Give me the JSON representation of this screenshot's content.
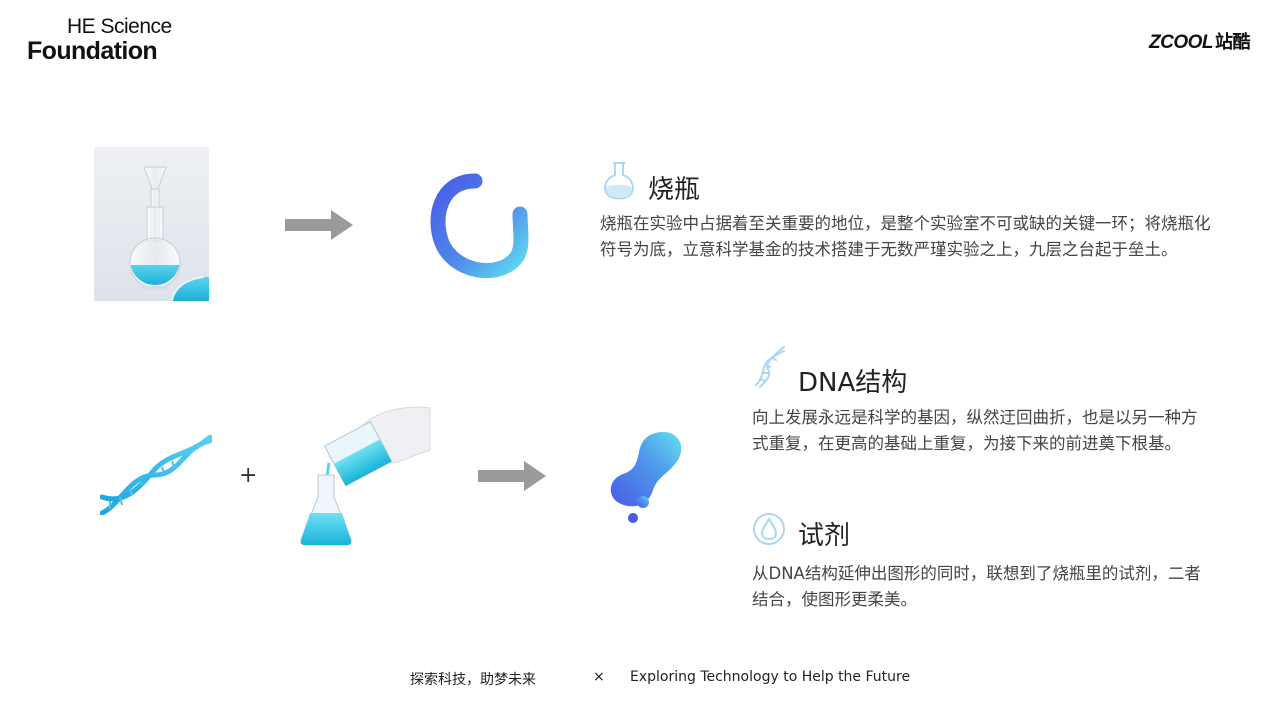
{
  "brand": {
    "left_line1": "HE Science",
    "left_line2": "Foundation",
    "right_latin": "ZCOOL",
    "right_cn": "站酷"
  },
  "icons": {
    "flask_section": "flask-icon",
    "dna_section": "dna-helix-icon",
    "reagent_section": "droplet-icon",
    "arrow": "right-arrow-icon",
    "ring": "ring-symbol-icon",
    "blob": "fluid-blob-symbol-icon"
  },
  "sections": {
    "flask": {
      "title": "烧瓶",
      "body": "烧瓶在实验中占据着至关重要的地位，是整个实验室不可或缺的关键一环；将烧瓶化符号为底，立意科学基金的技术搭建于无数严瑾实验之上，九层之台起于垒土。"
    },
    "dna": {
      "title": "DNA结构",
      "body": "向上发展永远是科学的基因，纵然迂回曲折，也是以另一种方式重复，在更高的基础上重复，为接下来的前进奠下根基。"
    },
    "reagent": {
      "title": "试剂",
      "body": "从DNA结构延伸出图形的同时，联想到了烧瓶里的试剂，二者结合，使图形更柔美。"
    }
  },
  "plus_sign": "+",
  "footer": {
    "cn": "探索科技，助梦未来",
    "separator": "×",
    "en": "Exploring Technology to Help the Future"
  },
  "colors": {
    "gradient_start": "#4a63e6",
    "gradient_end": "#5fdcef",
    "accent_cyan": "#2ec3e6",
    "arrow_gray": "#9a9a9a",
    "icon_light": "#9fd3f2"
  }
}
